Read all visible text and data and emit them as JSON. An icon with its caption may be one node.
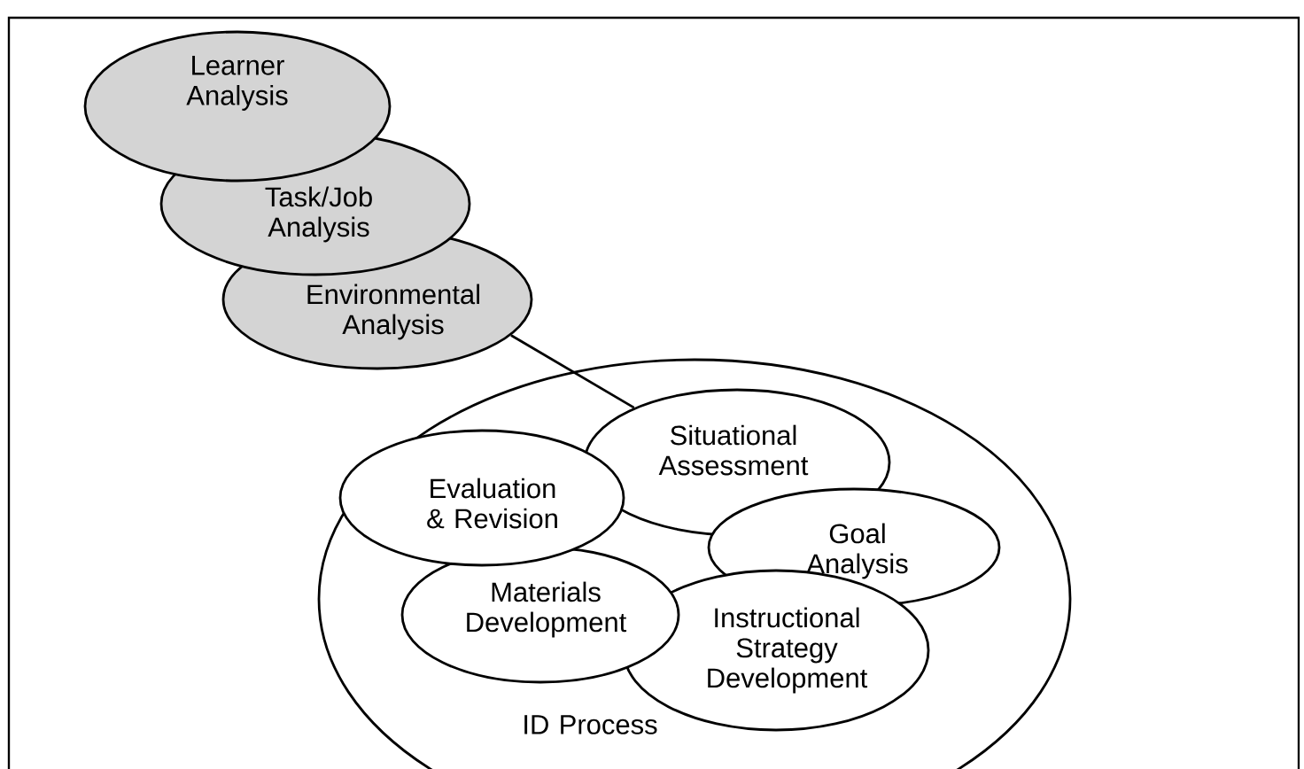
{
  "diagram": {
    "nodes": [
      {
        "text": [
          "Learner Analysis"
        ]
      },
      {
        "text": [
          "Task/Job Analysis"
        ]
      },
      {
        "text": [
          "Environmental Analysis"
        ]
      },
      {
        "text": [
          "ID Process"
        ]
      },
      {
        "text": [
          "Situational Assessment"
        ],
        "in": 3
      },
      {
        "text": [
          "Evaluation & Revision"
        ],
        "in": 3
      },
      {
        "text": [
          "Goal Analysis"
        ],
        "in": 3
      },
      {
        "text": [
          "Materials Development"
        ],
        "in": 3
      },
      {
        "text": [
          "Instructional Strategy Development"
        ],
        "in": 3
      }
    ],
    "edges": [
      {
        "from": 2,
        "to": 4,
        "arrow": "none"
      }
    ]
  }
}
